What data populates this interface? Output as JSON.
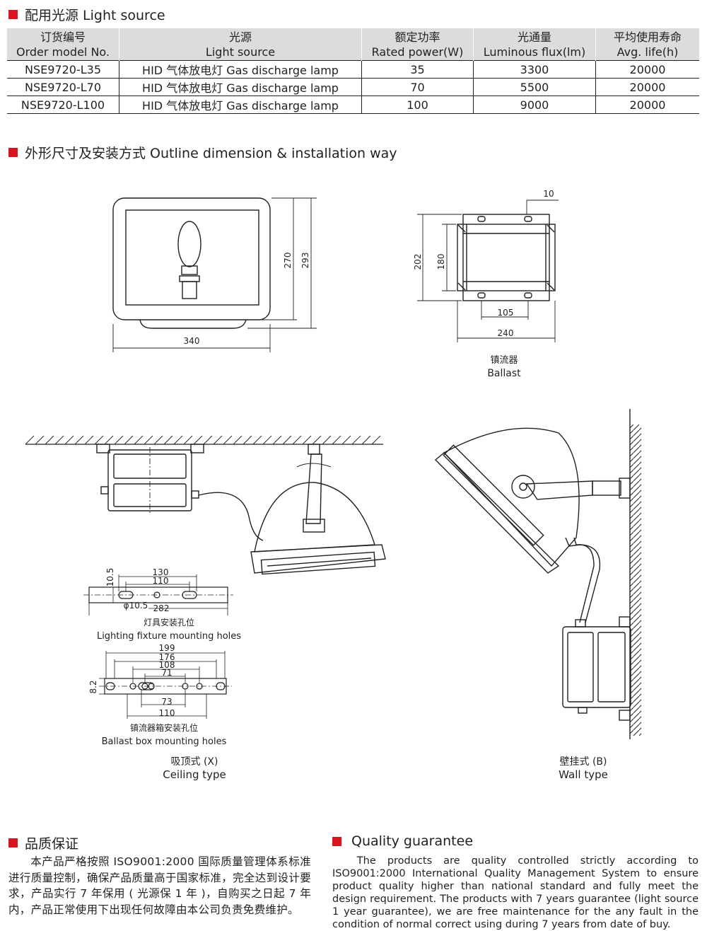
{
  "section1": {
    "title": "配用光源 Light source"
  },
  "table": {
    "headers": [
      {
        "cn": "订货编号",
        "en": "Order model No."
      },
      {
        "cn": "光源",
        "en": "Light source"
      },
      {
        "cn": "额定功率",
        "en": "Rated power(W)"
      },
      {
        "cn": "光通量",
        "en": "Luminous flux(lm)"
      },
      {
        "cn": "平均使用寿命",
        "en": "Avg. life(h)"
      }
    ],
    "rows": [
      [
        "NSE9720-L35",
        "HID 气体放电灯 Gas discharge lamp",
        "35",
        "3300",
        "20000"
      ],
      [
        "NSE9720-L70",
        "HID 气体放电灯 Gas discharge lamp",
        "70",
        "5500",
        "20000"
      ],
      [
        "NSE9720-L100",
        "HID 气体放电灯 Gas discharge lamp",
        "100",
        "9000",
        "20000"
      ]
    ]
  },
  "section2": {
    "title": "外形尺寸及安装方式 Outline dimension & installation way"
  },
  "dims": {
    "fixture_width": "340",
    "fixture_h1": "270",
    "fixture_h2": "293",
    "ballast_top": "10",
    "ballast_h1": "202",
    "ballast_h2": "180",
    "ballast_w1": "105",
    "ballast_w2": "240",
    "lf_1": "10.5",
    "lf_2": "130",
    "lf_3": "110",
    "lf_4": "φ10.5",
    "lf_5": "282",
    "bb_1": "199",
    "bb_2": "176",
    "bb_3": "108",
    "bb_4": "71",
    "bb_5": "8.2",
    "bb_6": "73",
    "bb_7": "110"
  },
  "labels": {
    "ballast_cn": "镇流器",
    "ballast_en": "Ballast",
    "lf_cn": "灯具安装孔位",
    "lf_en": "Lighting fixture mounting holes",
    "bb_cn": "镇流器箱安装孔位",
    "bb_en": "Ballast box mounting holes",
    "ceiling_cn": "吸顶式 (X)",
    "ceiling_en": "Ceiling type",
    "wall_cn": "壁挂式 (B)",
    "wall_en": "Wall type"
  },
  "quality": {
    "title_cn": "品质保证",
    "title_en": "Quality guarantee",
    "text_cn": "本产品严格按照 ISO9001:2000 国际质量管理体系标准进行质量控制，确保产品质量高于国家标准，完全达到设计要求，产品实行 7 年保用 ( 光源保 1 年 )，自购买之日起 7 年内，产品正常使用下出现任何故障由本公司负责免费维护。",
    "text_en": "The products are quality controlled strictly according to ISO9001:2000 International Quality Management System to ensure product quality higher than national standard and fully meet the design requirement. The products with 7 years guarantee (light source 1 year guarantee), we are free maintenance for the any fault in the condition of normal correct using during 7 years from date of buy."
  },
  "colors": {
    "accent": "#d7141f",
    "header_bg": "#dcdcdc",
    "ink": "#231f20"
  }
}
